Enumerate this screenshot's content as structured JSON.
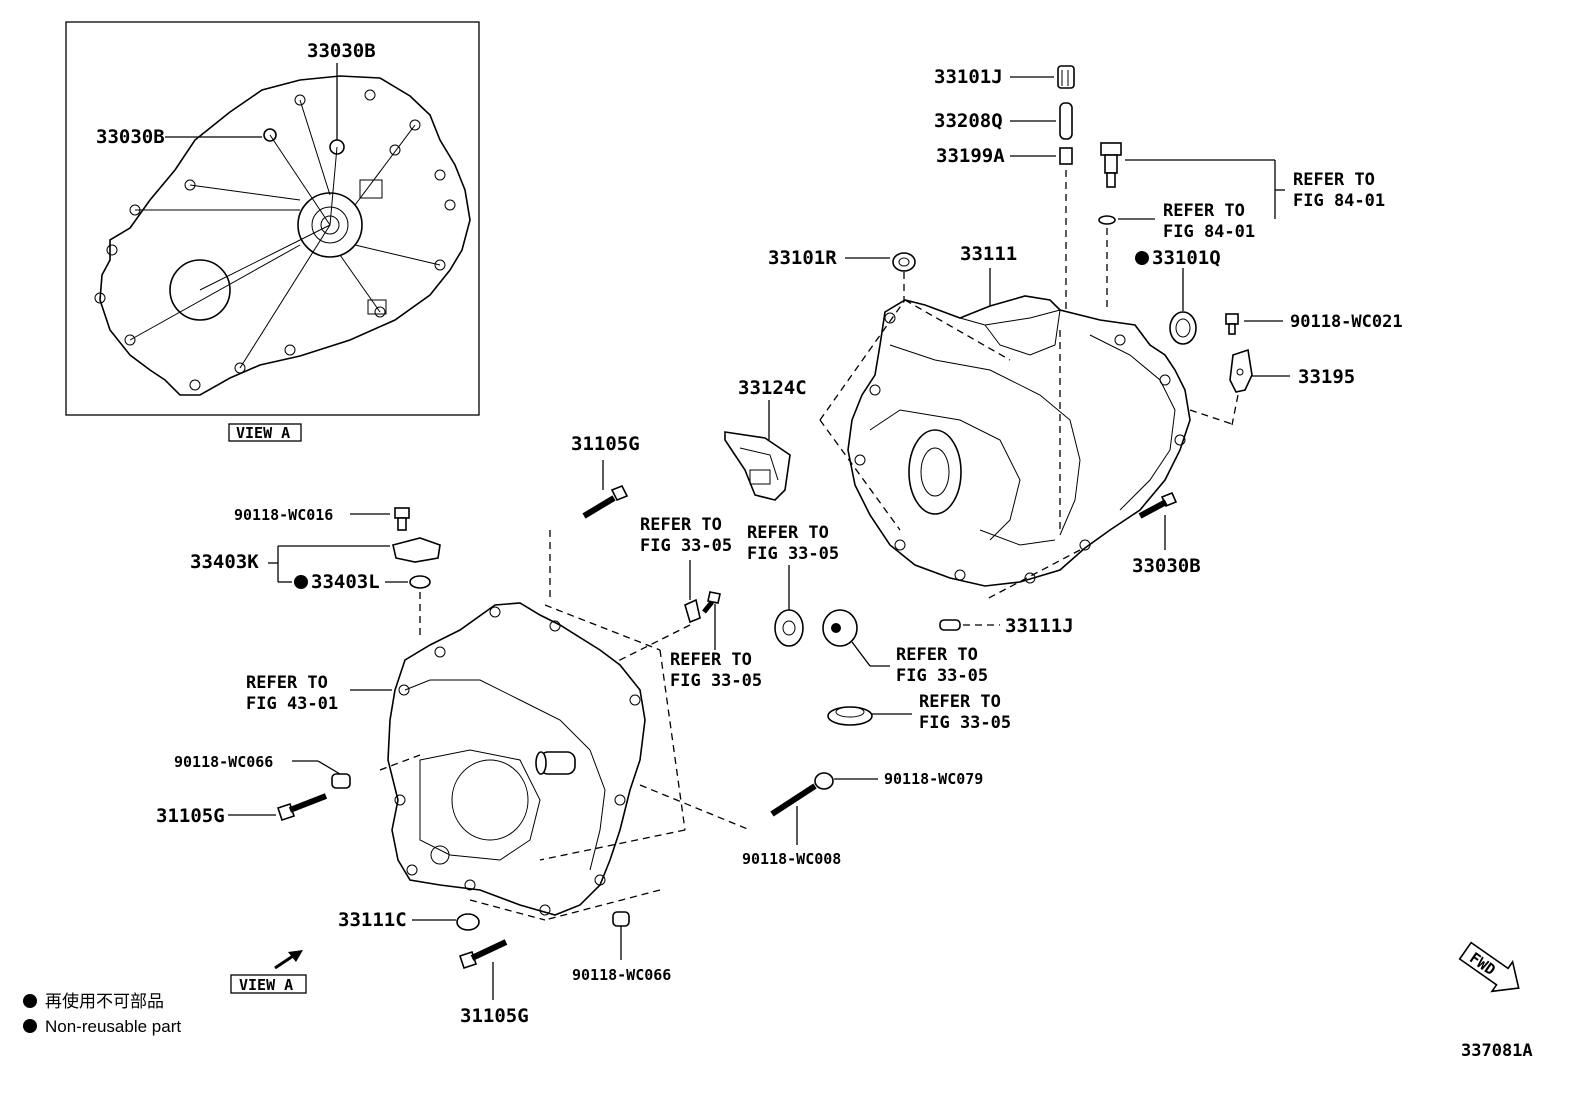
{
  "view_box_label": "VIEW A",
  "view_arrow_label": "VIEW A",
  "fwd_label": "FWD",
  "figure_code": "337081A",
  "legend": {
    "jp": "再使用不可部品",
    "en": "Non-reusable part"
  },
  "refer": {
    "line1": "REFER TO",
    "fig_84_01": "FIG 84-01",
    "fig_33_05": "FIG 33-05",
    "fig_43_01": "FIG 43-01"
  },
  "parts": {
    "p33030B_a": "33030B",
    "p33030B_b": "33030B",
    "p33030B_c": "33030B",
    "p33101J": "33101J",
    "p33208Q": "33208Q",
    "p33199A": "33199A",
    "p33101R": "33101R",
    "p33111": "33111",
    "p33101Q": "33101Q",
    "p90118_WC021": "90118-WC021",
    "p33195": "33195",
    "p33124C": "33124C",
    "p31105G_top": "31105G",
    "p90118_WC016": "90118-WC016",
    "p33403K": "33403K",
    "p33403L": "33403L",
    "p33111J": "33111J",
    "p90118_WC066_a": "90118-WC066",
    "p31105G_left": "31105G",
    "p90118_WC079": "90118-WC079",
    "p90118_WC008": "90118-WC008",
    "p33111C": "33111C",
    "p90118_WC066_b": "90118-WC066",
    "p31105G_bottom": "31105G"
  }
}
